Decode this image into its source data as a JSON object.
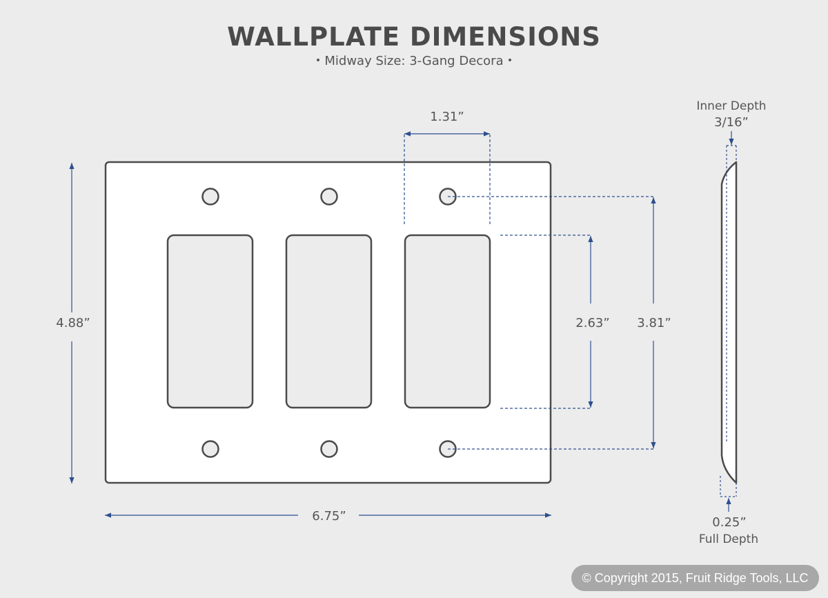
{
  "header": {
    "title": "WALLPLATE DIMENSIONS",
    "subtitle": "Midway Size: 3-Gang Decora",
    "bullet": "•"
  },
  "dimensions": {
    "width": "6.75”",
    "height": "4.88”",
    "opening_width": "1.31”",
    "opening_height": "2.63”",
    "screw_spacing": "3.81”"
  },
  "side_view": {
    "inner_depth_label": "Inner Depth",
    "inner_depth_value": "3/16”",
    "full_depth_value": "0.25”",
    "full_depth_label": "Full Depth"
  },
  "copyright": "© Copyright 2015, Fruit Ridge Tools, LLC",
  "colors": {
    "background": "#ececec",
    "plate_fill": "#ffffff",
    "outline": "#4a4a4a",
    "dimension_line": "#2d4f8e",
    "text": "#555555",
    "badge": "#a8a8a8"
  }
}
